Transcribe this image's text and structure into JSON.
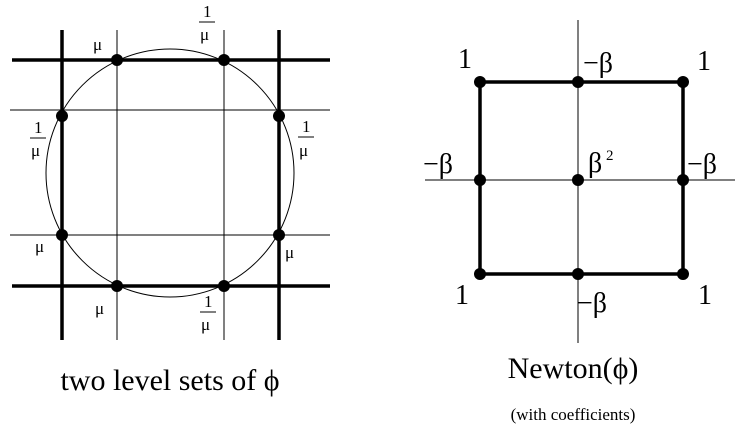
{
  "left_figure": {
    "caption": "two level sets of ϕ",
    "mu": "μ",
    "inv_mu_numerator": "1",
    "inv_mu_denominator": "μ"
  },
  "right_figure": {
    "caption": "Newton(ϕ)",
    "subcaption": "(with coefficients)",
    "coef_corner": "1",
    "coef_edge": "−β",
    "coef_center_base": "β",
    "coef_center_exp": "2"
  }
}
